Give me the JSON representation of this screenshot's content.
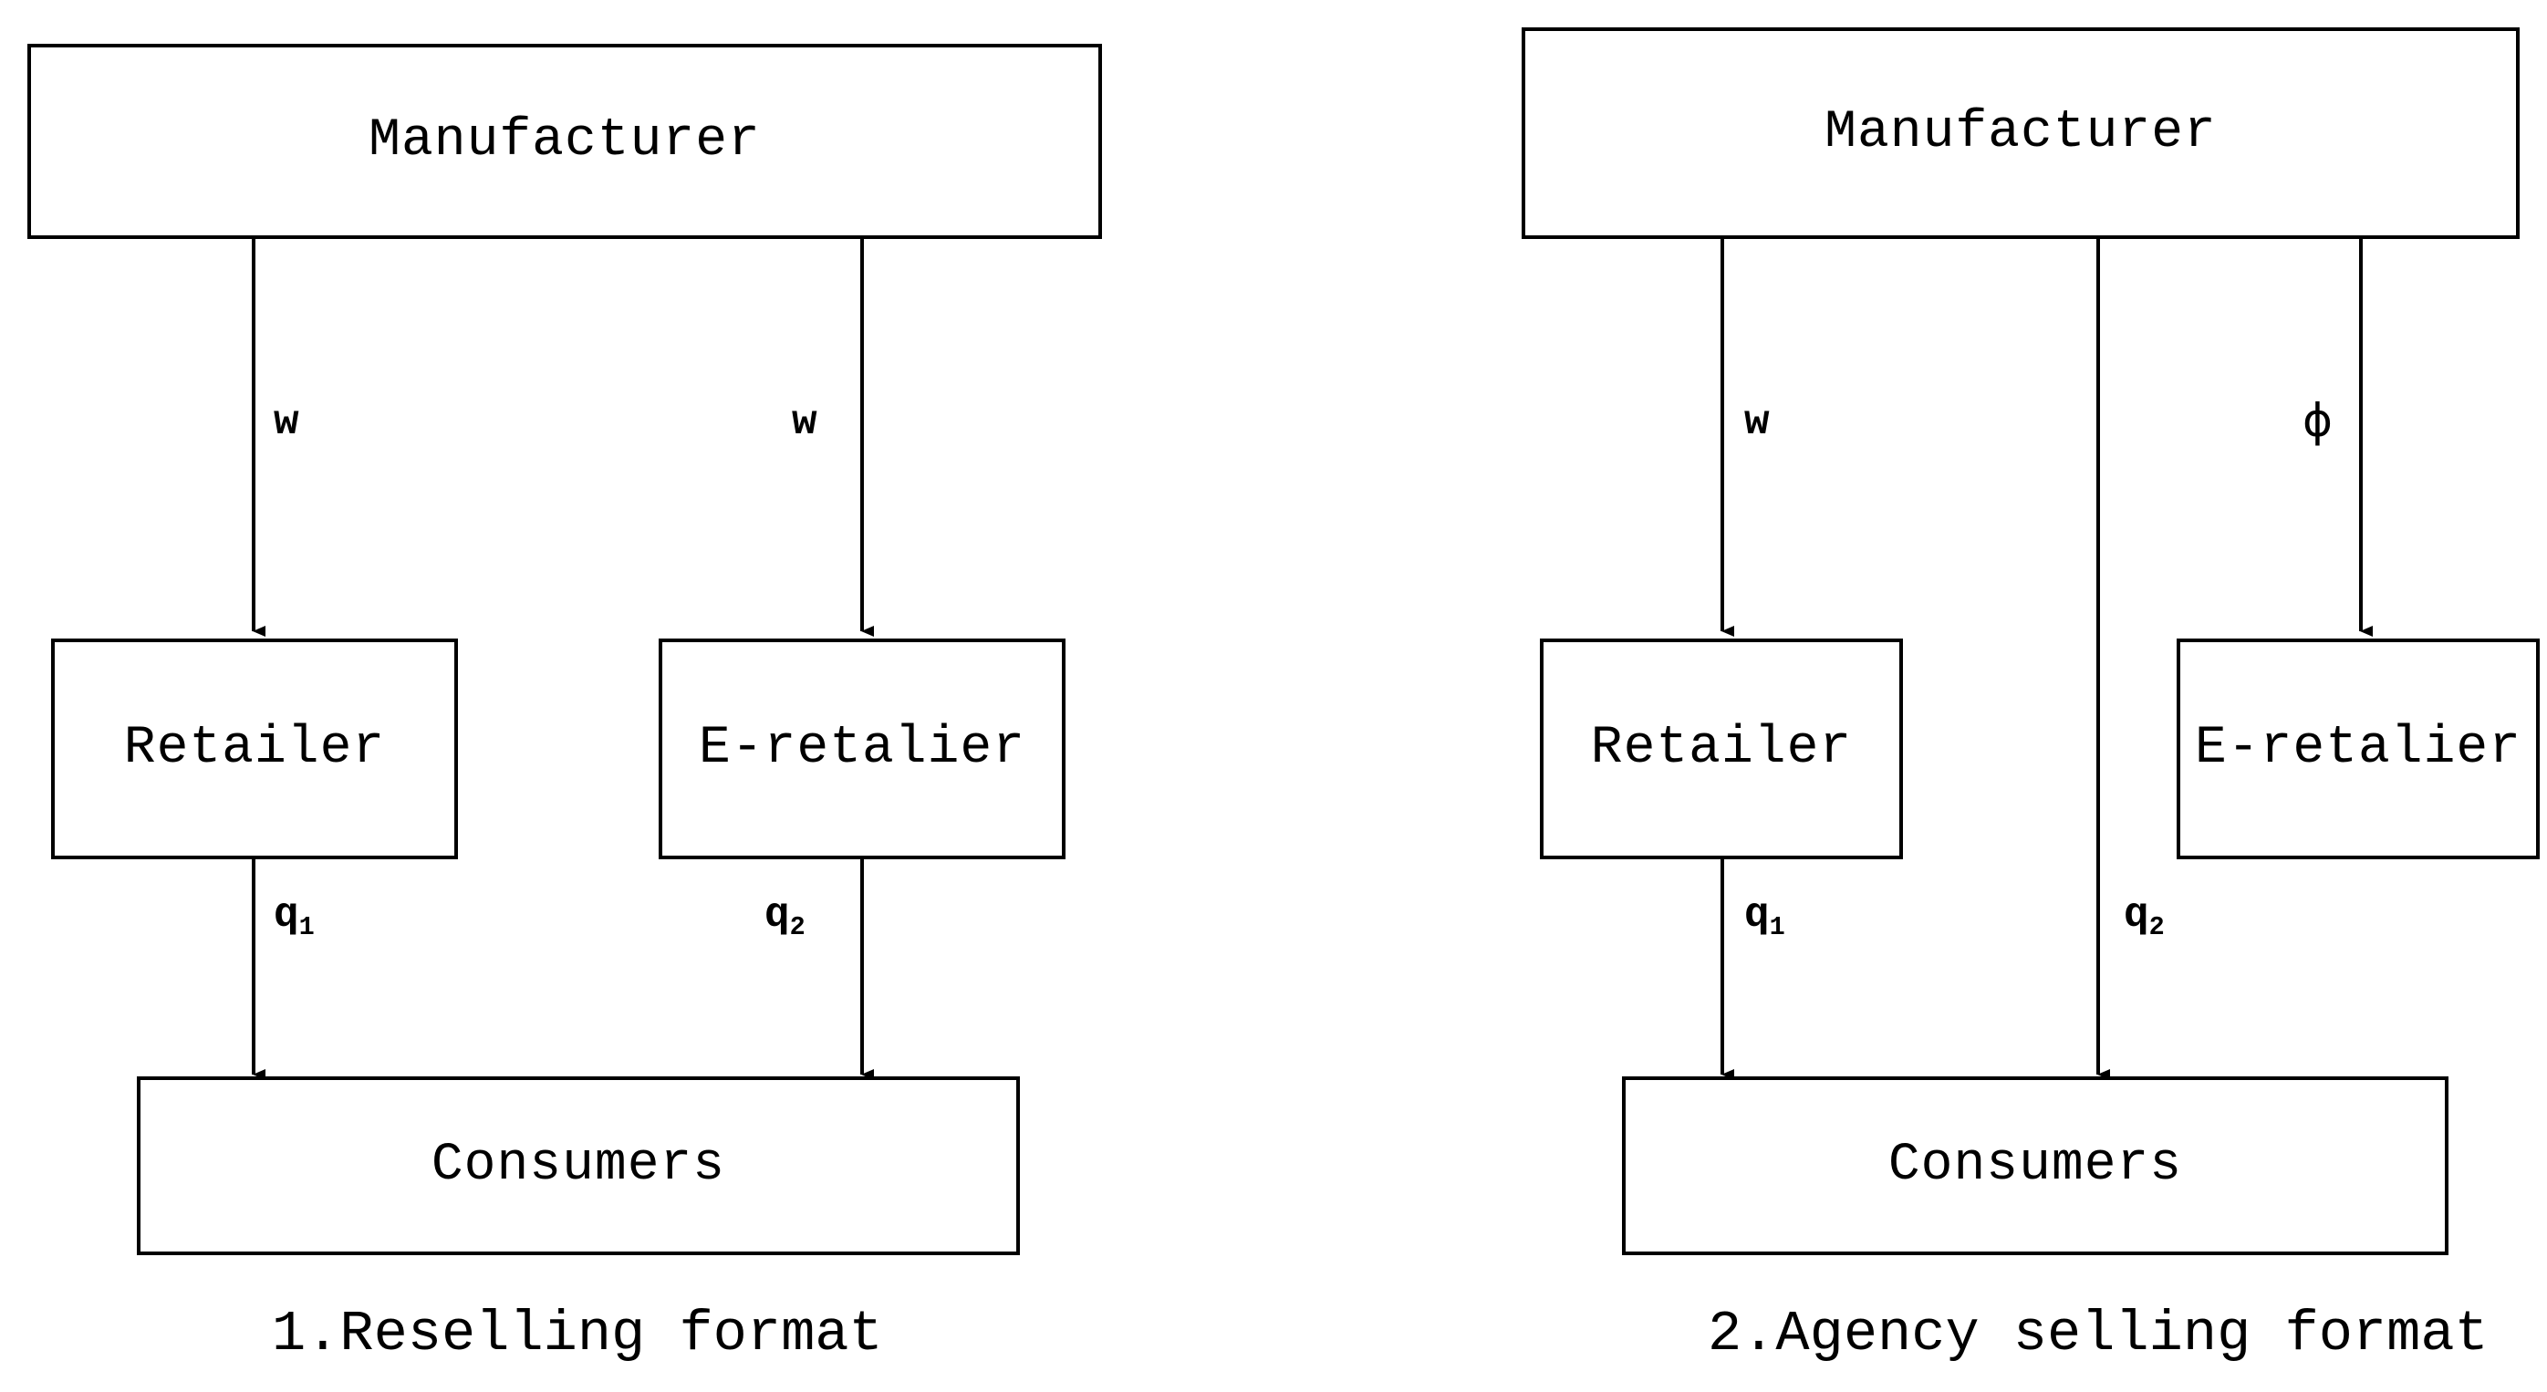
{
  "figure": {
    "background_color": "#ffffff",
    "stroke_color": "#000000",
    "panels": [
      {
        "id": "reselling",
        "caption": "1.Reselling format",
        "nodes": [
          {
            "id": "manufacturer",
            "label": "Manufacturer"
          },
          {
            "id": "retailer",
            "label": "Retailer"
          },
          {
            "id": "eretailer",
            "label": "E-retalier"
          },
          {
            "id": "consumers",
            "label": "Consumers"
          }
        ],
        "edges": [
          {
            "from": "manufacturer",
            "to": "retailer",
            "label": "w",
            "sub": ""
          },
          {
            "from": "manufacturer",
            "to": "eretailer",
            "label": "w",
            "sub": ""
          },
          {
            "from": "retailer",
            "to": "consumers",
            "label": "q",
            "sub": "1"
          },
          {
            "from": "eretailer",
            "to": "consumers",
            "label": "q",
            "sub": "2"
          }
        ]
      },
      {
        "id": "agency",
        "caption": "2.Agency selling format",
        "nodes": [
          {
            "id": "manufacturer",
            "label": "Manufacturer"
          },
          {
            "id": "retailer",
            "label": "Retailer"
          },
          {
            "id": "eretailer",
            "label": "E-retalier"
          },
          {
            "id": "consumers",
            "label": "Consumers"
          }
        ],
        "edges": [
          {
            "from": "manufacturer",
            "to": "retailer",
            "label": "w",
            "sub": ""
          },
          {
            "from": "manufacturer",
            "to": "eretailer",
            "label": "ϕ",
            "sub": ""
          },
          {
            "from": "retailer",
            "to": "consumers",
            "label": "q",
            "sub": "1"
          },
          {
            "from": "manufacturer",
            "to": "consumers",
            "label": "q",
            "sub": "2"
          }
        ]
      }
    ]
  },
  "left": {
    "manufacturer": "Manufacturer",
    "retailer": "Retailer",
    "eretailer": "E-retalier",
    "consumers": "Consumers",
    "w1": "w",
    "w2": "w",
    "q1": "q",
    "q1sub": "1",
    "q2": "q",
    "q2sub": "2",
    "caption": "1.Reselling format"
  },
  "right": {
    "manufacturer": "Manufacturer",
    "retailer": "Retailer",
    "eretailer": "E-retalier",
    "consumers": "Consumers",
    "w1": "w",
    "phi": "ϕ",
    "q1": "q",
    "q1sub": "1",
    "q2": "q",
    "q2sub": "2",
    "caption": "2.Agency selling format"
  }
}
